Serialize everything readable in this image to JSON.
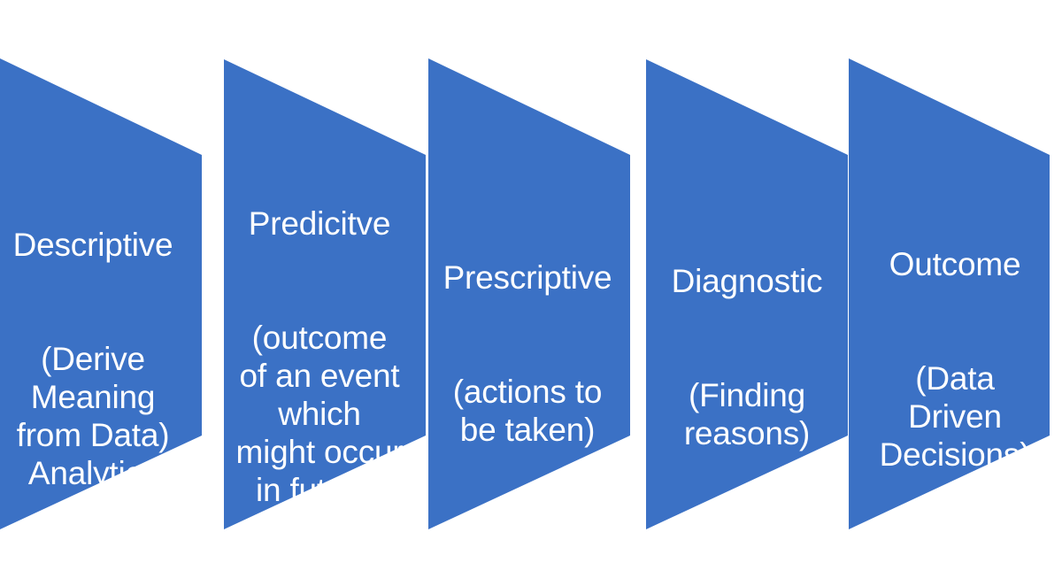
{
  "diagram": {
    "type": "chevron-process-flow",
    "background_color": "#ffffff",
    "shape_color": "#3b71c5",
    "text_color": "#ffffff",
    "shape_count": 5,
    "steps": [
      {
        "id": "descriptive",
        "title": "Descriptive",
        "body": "(Derive\nMeaning\nfrom Data)\nAnalytics"
      },
      {
        "id": "predictive",
        "title": "Predicitve",
        "body": "(outcome\nof an event\nwhich\nmight occur\nin future)"
      },
      {
        "id": "prescriptive",
        "title": "Prescriptive",
        "body": "(actions to\nbe taken)"
      },
      {
        "id": "diagnostic",
        "title": "Diagnostic",
        "body": "(Finding\nreasons)"
      },
      {
        "id": "outcome",
        "title": "Outcome",
        "body": "(Data\nDriven\nDecisions)"
      }
    ]
  }
}
